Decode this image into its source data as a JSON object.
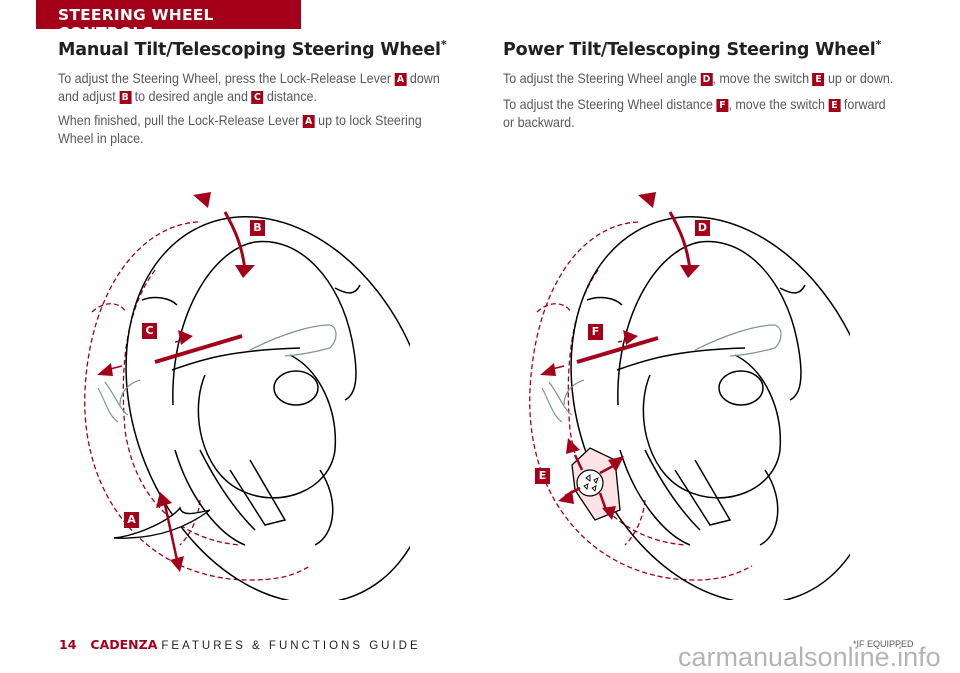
{
  "header": {
    "section_label": "STEERING WHEEL CONTROLS"
  },
  "manual": {
    "title": "Manual Tilt/Telescoping Steering Wheel",
    "title_mark": "*",
    "p1_a": "To adjust the Steering Wheel, press the Lock-Release Lever ",
    "p1_b": " down and adjust ",
    "p1_c": " to desired angle and ",
    "p1_d": " distance.",
    "p2_a": "When finished, pull the Lock-Release Lever ",
    "p2_b": " up to lock Steering Wheel in place.",
    "callouts": {
      "a": "A",
      "b": "B",
      "c": "C"
    }
  },
  "power": {
    "title": "Power Tilt/Telescoping Steering Wheel",
    "title_mark": "*",
    "p1_a": "To adjust the Steering Wheel angle ",
    "p1_b": ", move the switch ",
    "p1_c": " up or down.",
    "p2_a": "To adjust the Steering Wheel distance ",
    "p2_b": ", move the switch ",
    "p2_c": " forward or backward.",
    "callouts": {
      "d": "D",
      "e": "E",
      "f": "F"
    }
  },
  "footer": {
    "page_number": "14",
    "brand": "CADENZA",
    "guide_title": "FEATURES & FUNCTIONS GUIDE",
    "note": "*IF EQUIPPED",
    "watermark": "carmanualsonline.info"
  },
  "colors": {
    "accent": "#a50019",
    "body_text": "#58595b",
    "title_text": "#231f20"
  }
}
